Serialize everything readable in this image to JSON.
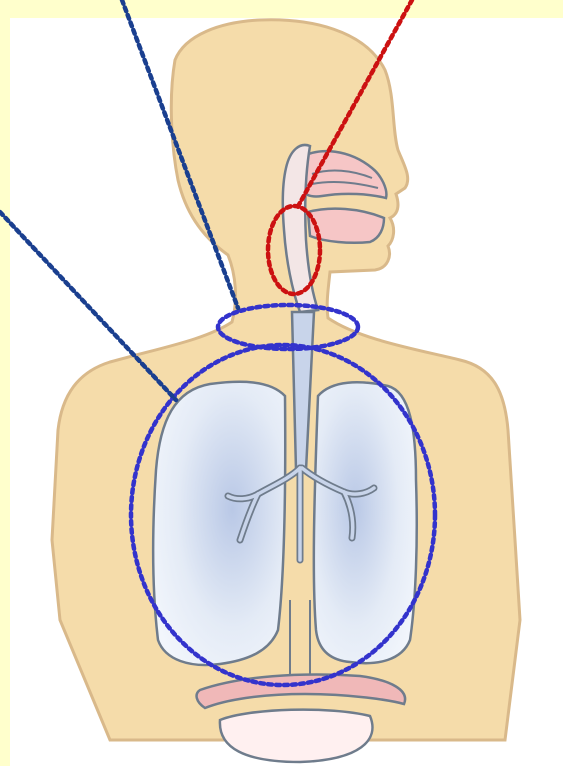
{
  "diagram": {
    "subject": "respiratory-system",
    "colors": {
      "background": "#ffffff",
      "band": "#ffffcc",
      "skin": "#f5dcaa",
      "skin_outline": "#d9b98a",
      "lung_fill": "#e4ebf6",
      "lung_shade": "#b9c8e6",
      "airway": "#c8d4ea",
      "airway_outline": "#6f7c8c",
      "nasal_pink": "#f6c6c6",
      "diaphragm": "#f0b8b8",
      "highlight_blue_dotted": "#3333cc",
      "leader_navy_dotted": "#1a3f8f",
      "highlight_red_dotted": "#cc1111"
    },
    "highlights": [
      {
        "name": "throat-region",
        "color": "red",
        "style": "dotted"
      },
      {
        "name": "larynx-region",
        "color": "blue",
        "style": "dotted"
      },
      {
        "name": "lungs-region",
        "color": "blue",
        "style": "dotted"
      }
    ],
    "leader_lines": [
      {
        "name": "leader-top-blue",
        "color": "navy",
        "style": "dotted"
      },
      {
        "name": "leader-left-blue",
        "color": "navy",
        "style": "dotted"
      },
      {
        "name": "leader-top-red",
        "color": "red",
        "style": "dotted"
      }
    ]
  }
}
